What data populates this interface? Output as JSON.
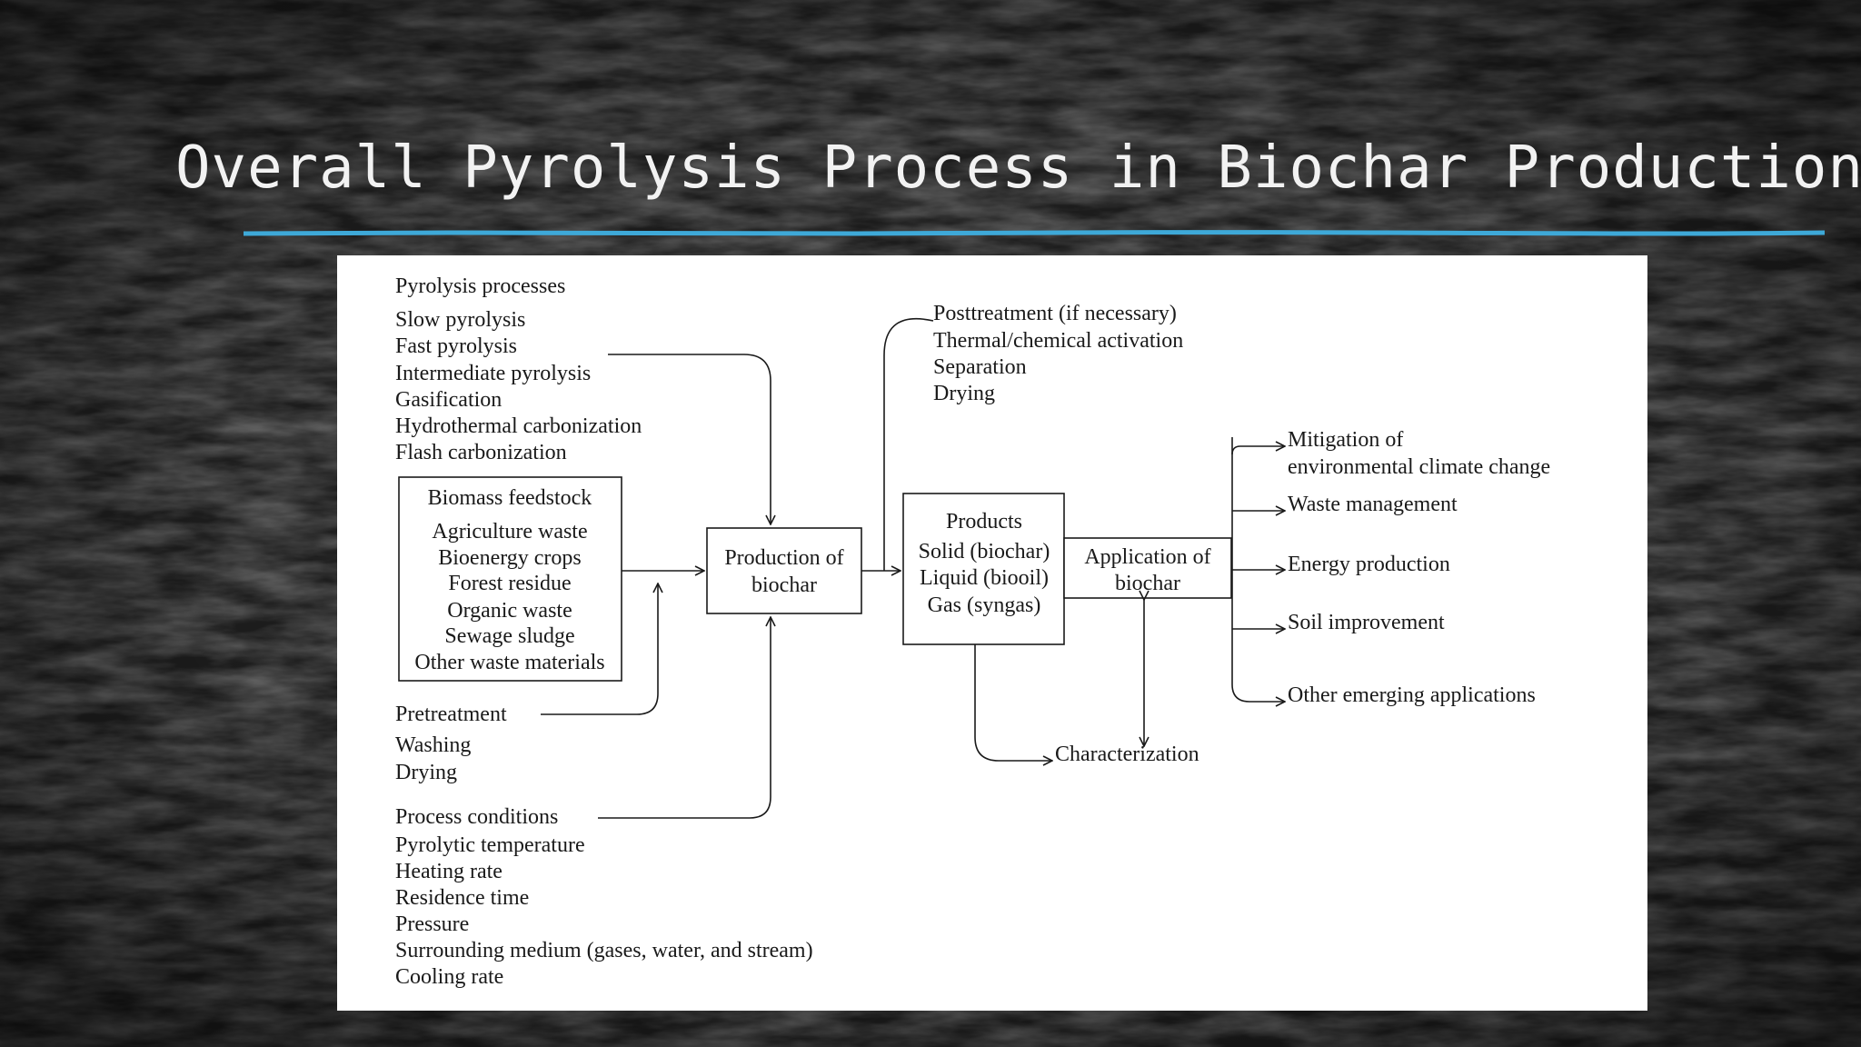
{
  "slide": {
    "title": "Overall Pyrolysis Process in Biochar Production",
    "accent_color": "#3ea9d8",
    "background_color": "#161616"
  },
  "diagram": {
    "pyrolysis_processes": {
      "heading": "Pyrolysis processes",
      "items": [
        "Slow pyrolysis",
        "Fast pyrolysis",
        "Intermediate pyrolysis",
        "Gasification",
        "Hydrothermal carbonization",
        "Flash carbonization"
      ]
    },
    "biomass_feedstock": {
      "heading": "Biomass feedstock",
      "items": [
        "Agriculture waste",
        "Bioenergy crops",
        "Forest residue",
        "Organic waste",
        "Sewage sludge",
        "Other waste materials"
      ]
    },
    "pretreatment": {
      "heading": "Pretreatment",
      "items": [
        "Washing",
        "Drying"
      ]
    },
    "process_conditions": {
      "heading": "Process conditions",
      "items": [
        "Pyrolytic temperature",
        "Heating rate",
        "Residence time",
        "Pressure",
        "Surrounding medium (gases, water, and stream)",
        "Cooling rate"
      ]
    },
    "production": {
      "line1": "Production of",
      "line2": "biochar"
    },
    "posttreatment": {
      "heading": "Posttreatment (if necessary)",
      "items": [
        "Thermal/chemical activation",
        "Separation",
        "Drying"
      ]
    },
    "products": {
      "heading": "Products",
      "items": [
        "Solid (biochar)",
        "Liquid (biooil)",
        "Gas (syngas)"
      ]
    },
    "application": {
      "line1": "Application of",
      "line2": "biochar"
    },
    "characterization": "Characterization",
    "outcomes": {
      "mitigation_line1": "Mitigation of",
      "mitigation_line2": "environmental climate change",
      "waste": "Waste management",
      "energy": "Energy production",
      "soil": "Soil improvement",
      "other": "Other emerging applications"
    }
  }
}
